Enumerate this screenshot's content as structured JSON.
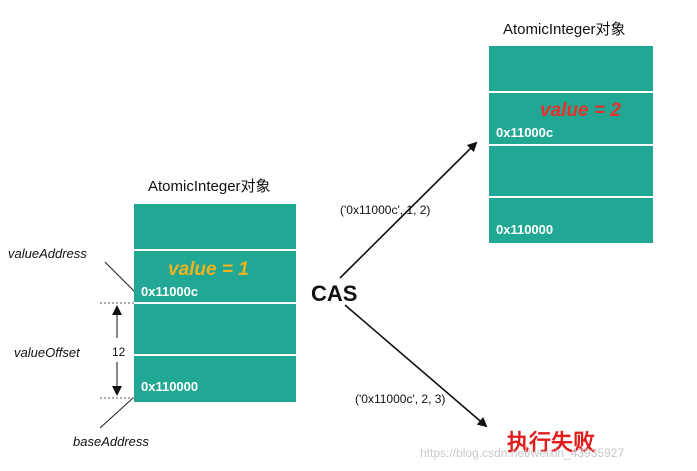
{
  "left_object": {
    "title": "AtomicInteger对象",
    "value_label": "value = 1",
    "value_address_text": "0x11000c",
    "base_address_text": "0x110000",
    "value_color": "#f0b21e"
  },
  "right_object": {
    "title": "AtomicInteger对象",
    "value_label": "value = 2",
    "value_address_text": "0x11000c",
    "base_address_text": "0x110000",
    "value_color": "#e8312a"
  },
  "annotations": {
    "value_address": "valueAddress",
    "value_offset": "valueOffset",
    "offset_number": "12",
    "base_address": "baseAddress"
  },
  "cas": {
    "label": "CAS",
    "success_args": "('0x11000c', 1, 2)",
    "fail_args": "('0x11000c', 2, 3)",
    "fail_label": "执行失败"
  },
  "watermark": "https://blog.csdn.net/weixin_43935927",
  "colors": {
    "block": "#21a895",
    "fail": "#e01e1e"
  }
}
